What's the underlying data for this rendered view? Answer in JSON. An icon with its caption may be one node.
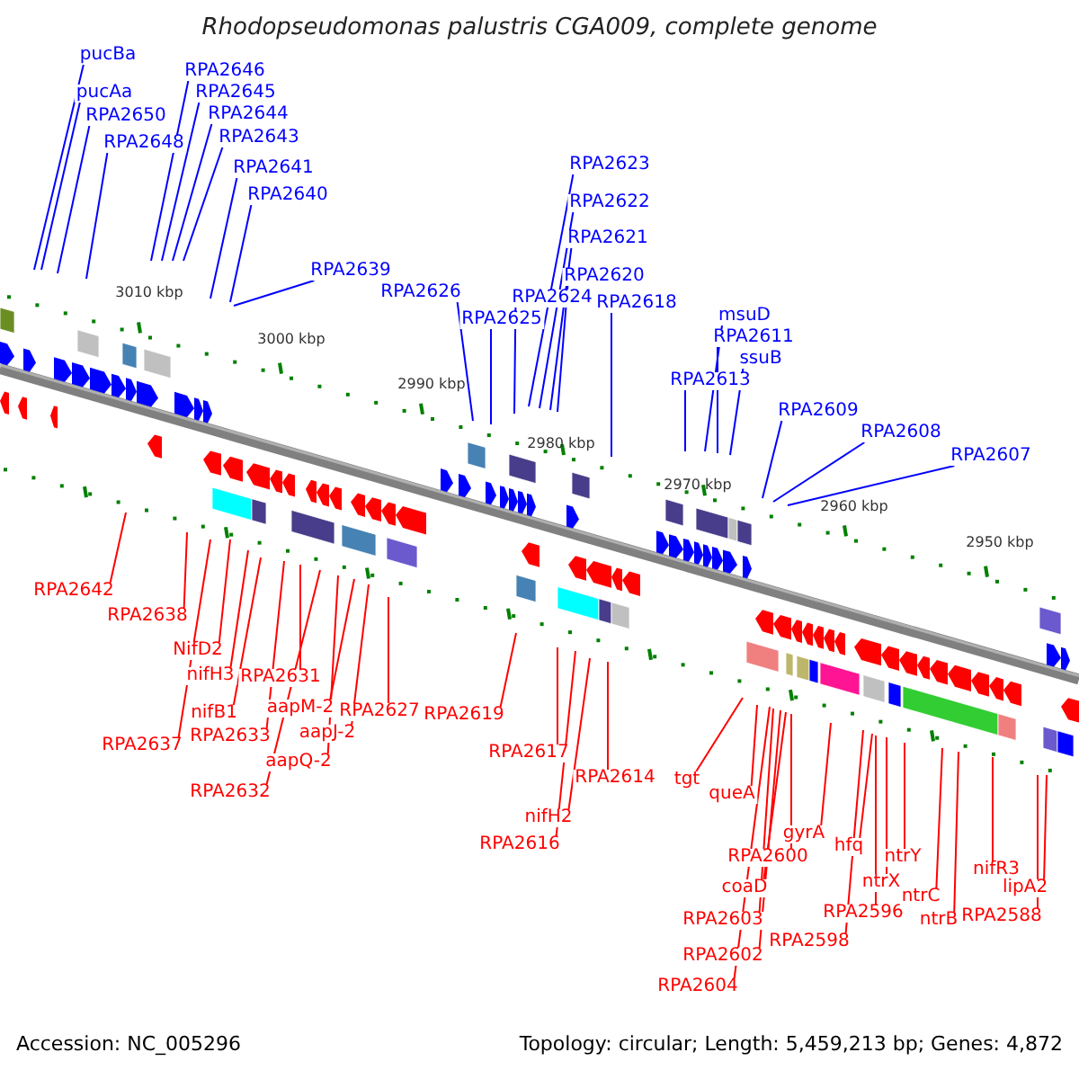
{
  "diagram": {
    "title": "Rhodopseudomonas palustris CGA009, complete genome",
    "nodes": [
      {
        "text": [
          "pucBa"
        ]
      },
      {
        "text": [
          "pucAa"
        ]
      },
      {
        "text": [
          "RPA2650"
        ]
      },
      {
        "text": [
          "RPA2648"
        ]
      },
      {
        "text": [
          "RPA2646"
        ]
      },
      {
        "text": [
          "RPA2645"
        ]
      },
      {
        "text": [
          "RPA2644"
        ]
      },
      {
        "text": [
          "RPA2643"
        ]
      },
      {
        "text": [
          "RPA2641"
        ]
      },
      {
        "text": [
          "RPA2640"
        ]
      },
      {
        "text": [
          "RPA2639"
        ]
      },
      {
        "text": [
          "RPA2626"
        ]
      },
      {
        "text": [
          "RPA2625"
        ]
      },
      {
        "text": [
          "RPA2624"
        ]
      },
      {
        "text": [
          "RPA2623"
        ]
      },
      {
        "text": [
          "RPA2622"
        ]
      },
      {
        "text": [
          "RPA2621"
        ]
      },
      {
        "text": [
          "RPA2620"
        ]
      },
      {
        "text": [
          "RPA2618"
        ]
      },
      {
        "text": [
          "msuD"
        ]
      },
      {
        "text": [
          "RPA2611"
        ]
      },
      {
        "text": [
          "ssuB"
        ]
      },
      {
        "text": [
          "RPA2613"
        ]
      },
      {
        "text": [
          "RPA2609"
        ]
      },
      {
        "text": [
          "RPA2608"
        ]
      },
      {
        "text": [
          "RPA2607"
        ]
      },
      {
        "text": [
          "RPA2642"
        ]
      },
      {
        "text": [
          "RPA2638"
        ]
      },
      {
        "text": [
          "RPA2637"
        ]
      },
      {
        "text": [
          "NifD2"
        ]
      },
      {
        "text": [
          "nifH3"
        ]
      },
      {
        "text": [
          "nifB1"
        ]
      },
      {
        "text": [
          "RPA2633"
        ]
      },
      {
        "text": [
          "RPA2632"
        ]
      },
      {
        "text": [
          "RPA2631"
        ]
      },
      {
        "text": [
          "aapQ-2"
        ]
      },
      {
        "text": [
          "aapM-2"
        ]
      },
      {
        "text": [
          "aapJ-2"
        ]
      },
      {
        "text": [
          "RPA2627"
        ]
      },
      {
        "text": [
          "RPA2619"
        ]
      },
      {
        "text": [
          "RPA2617"
        ]
      },
      {
        "text": [
          "RPA2616"
        ]
      },
      {
        "text": [
          "nifH2"
        ]
      },
      {
        "text": [
          "RPA2614"
        ]
      },
      {
        "text": [
          "tgt"
        ]
      },
      {
        "text": [
          "queA"
        ]
      },
      {
        "text": [
          "RPA2604"
        ]
      },
      {
        "text": [
          "RPA2603"
        ]
      },
      {
        "text": [
          "RPA2602"
        ]
      },
      {
        "text": [
          "coaD"
        ]
      },
      {
        "text": [
          "RPA2600"
        ]
      },
      {
        "text": [
          "gyrA"
        ]
      },
      {
        "text": [
          "RPA2598"
        ]
      },
      {
        "text": [
          "hfq"
        ]
      },
      {
        "text": [
          "RPA2596"
        ]
      },
      {
        "text": [
          "ntrX"
        ]
      },
      {
        "text": [
          "ntrY"
        ]
      },
      {
        "text": [
          "ntrC"
        ]
      },
      {
        "text": [
          "ntrB"
        ]
      },
      {
        "text": [
          "nifR3"
        ]
      },
      {
        "text": [
          "RPA2588"
        ]
      },
      {
        "text": [
          "lipA2"
        ]
      }
    ],
    "edges": [
      {
        "from": 0,
        "to": null,
        "arrow": "none",
        "color": "#0000ff"
      },
      {
        "from": 1,
        "to": null,
        "arrow": "none",
        "color": "#0000ff"
      },
      {
        "from": 2,
        "to": null,
        "arrow": "none",
        "color": "#0000ff"
      },
      {
        "from": 3,
        "to": null,
        "arrow": "none",
        "color": "#0000ff"
      },
      {
        "from": 4,
        "to": null,
        "arrow": "none",
        "color": "#0000ff"
      },
      {
        "from": 5,
        "to": null,
        "arrow": "none",
        "color": "#0000ff"
      },
      {
        "from": 6,
        "to": null,
        "arrow": "none",
        "color": "#0000ff"
      },
      {
        "from": 7,
        "to": null,
        "arrow": "none",
        "color": "#0000ff"
      },
      {
        "from": 8,
        "to": null,
        "arrow": "none",
        "color": "#0000ff"
      },
      {
        "from": 9,
        "to": null,
        "arrow": "none",
        "color": "#0000ff"
      },
      {
        "from": 10,
        "to": null,
        "arrow": "none",
        "color": "#0000ff"
      },
      {
        "from": 11,
        "to": null,
        "arrow": "none",
        "color": "#0000ff"
      },
      {
        "from": 12,
        "to": null,
        "arrow": "none",
        "color": "#0000ff"
      },
      {
        "from": 13,
        "to": null,
        "arrow": "none",
        "color": "#0000ff"
      },
      {
        "from": 14,
        "to": null,
        "arrow": "none",
        "color": "#0000ff"
      },
      {
        "from": 15,
        "to": null,
        "arrow": "none",
        "color": "#0000ff"
      },
      {
        "from": 16,
        "to": null,
        "arrow": "none",
        "color": "#0000ff"
      },
      {
        "from": 17,
        "to": null,
        "arrow": "none",
        "color": "#0000ff"
      },
      {
        "from": 18,
        "to": null,
        "arrow": "none",
        "color": "#0000ff"
      },
      {
        "from": 19,
        "to": null,
        "arrow": "none",
        "color": "#0000ff"
      },
      {
        "from": 20,
        "to": null,
        "arrow": "none",
        "color": "#0000ff"
      },
      {
        "from": 21,
        "to": null,
        "arrow": "none",
        "color": "#0000ff"
      },
      {
        "from": 22,
        "to": null,
        "arrow": "none",
        "color": "#0000ff"
      },
      {
        "from": 23,
        "to": null,
        "arrow": "none",
        "color": "#0000ff"
      },
      {
        "from": 24,
        "to": null,
        "arrow": "none",
        "color": "#0000ff"
      },
      {
        "from": 25,
        "to": null,
        "arrow": "none",
        "color": "#0000ff"
      },
      {
        "from": 26,
        "to": null,
        "arrow": "none"
      },
      {
        "from": 27,
        "to": null,
        "arrow": "none"
      },
      {
        "from": 28,
        "to": null,
        "arrow": "none"
      },
      {
        "from": 29,
        "to": null,
        "arrow": "none"
      },
      {
        "from": 30,
        "to": null,
        "arrow": "none"
      },
      {
        "from": 31,
        "to": null,
        "arrow": "none"
      },
      {
        "from": 32,
        "to": null,
        "arrow": "none"
      },
      {
        "from": 33,
        "to": null,
        "arrow": "none"
      },
      {
        "from": 34,
        "to": null,
        "arrow": "none"
      },
      {
        "from": 35,
        "to": null,
        "arrow": "none"
      },
      {
        "from": 36,
        "to": null,
        "arrow": "none"
      },
      {
        "from": 37,
        "to": null,
        "arrow": "none"
      },
      {
        "from": 38,
        "to": null,
        "arrow": "none"
      },
      {
        "from": 39,
        "to": null,
        "arrow": "none"
      },
      {
        "from": 40,
        "to": null,
        "arrow": "none"
      },
      {
        "from": 41,
        "to": null,
        "arrow": "none"
      },
      {
        "from": 42,
        "to": null,
        "arrow": "none"
      },
      {
        "from": 43,
        "to": null,
        "arrow": "none"
      },
      {
        "from": 44,
        "to": null,
        "arrow": "none"
      },
      {
        "from": 45,
        "to": null,
        "arrow": "none"
      },
      {
        "from": 46,
        "to": null,
        "arrow": "none"
      },
      {
        "from": 47,
        "to": null,
        "arrow": "none"
      },
      {
        "from": 48,
        "to": null,
        "arrow": "none"
      },
      {
        "from": 49,
        "to": null,
        "arrow": "none"
      },
      {
        "from": 50,
        "to": null,
        "arrow": "none"
      },
      {
        "from": 51,
        "to": null,
        "arrow": "none"
      },
      {
        "from": 52,
        "to": null,
        "arrow": "none"
      },
      {
        "from": 53,
        "to": null,
        "arrow": "none"
      },
      {
        "from": 54,
        "to": null,
        "arrow": "none"
      },
      {
        "from": 55,
        "to": null,
        "arrow": "none"
      },
      {
        "from": 56,
        "to": null,
        "arrow": "none"
      },
      {
        "from": 57,
        "to": null,
        "arrow": "none"
      },
      {
        "from": 58,
        "to": null,
        "arrow": "none"
      },
      {
        "from": 59,
        "to": null,
        "arrow": "none"
      },
      {
        "from": 60,
        "to": null,
        "arrow": "none"
      },
      {
        "from": 61,
        "to": null,
        "arrow": "none"
      }
    ],
    "labels": [
      "3010 kbp",
      "3000 kbp",
      "2990 kbp",
      "2980 kbp",
      "2970 kbp",
      "2960 kbp",
      "2950 kbp",
      "Accession: NC_005296",
      "Topology: circular; Length: 5,459,213 bp; Genes: 4,872"
    ]
  }
}
